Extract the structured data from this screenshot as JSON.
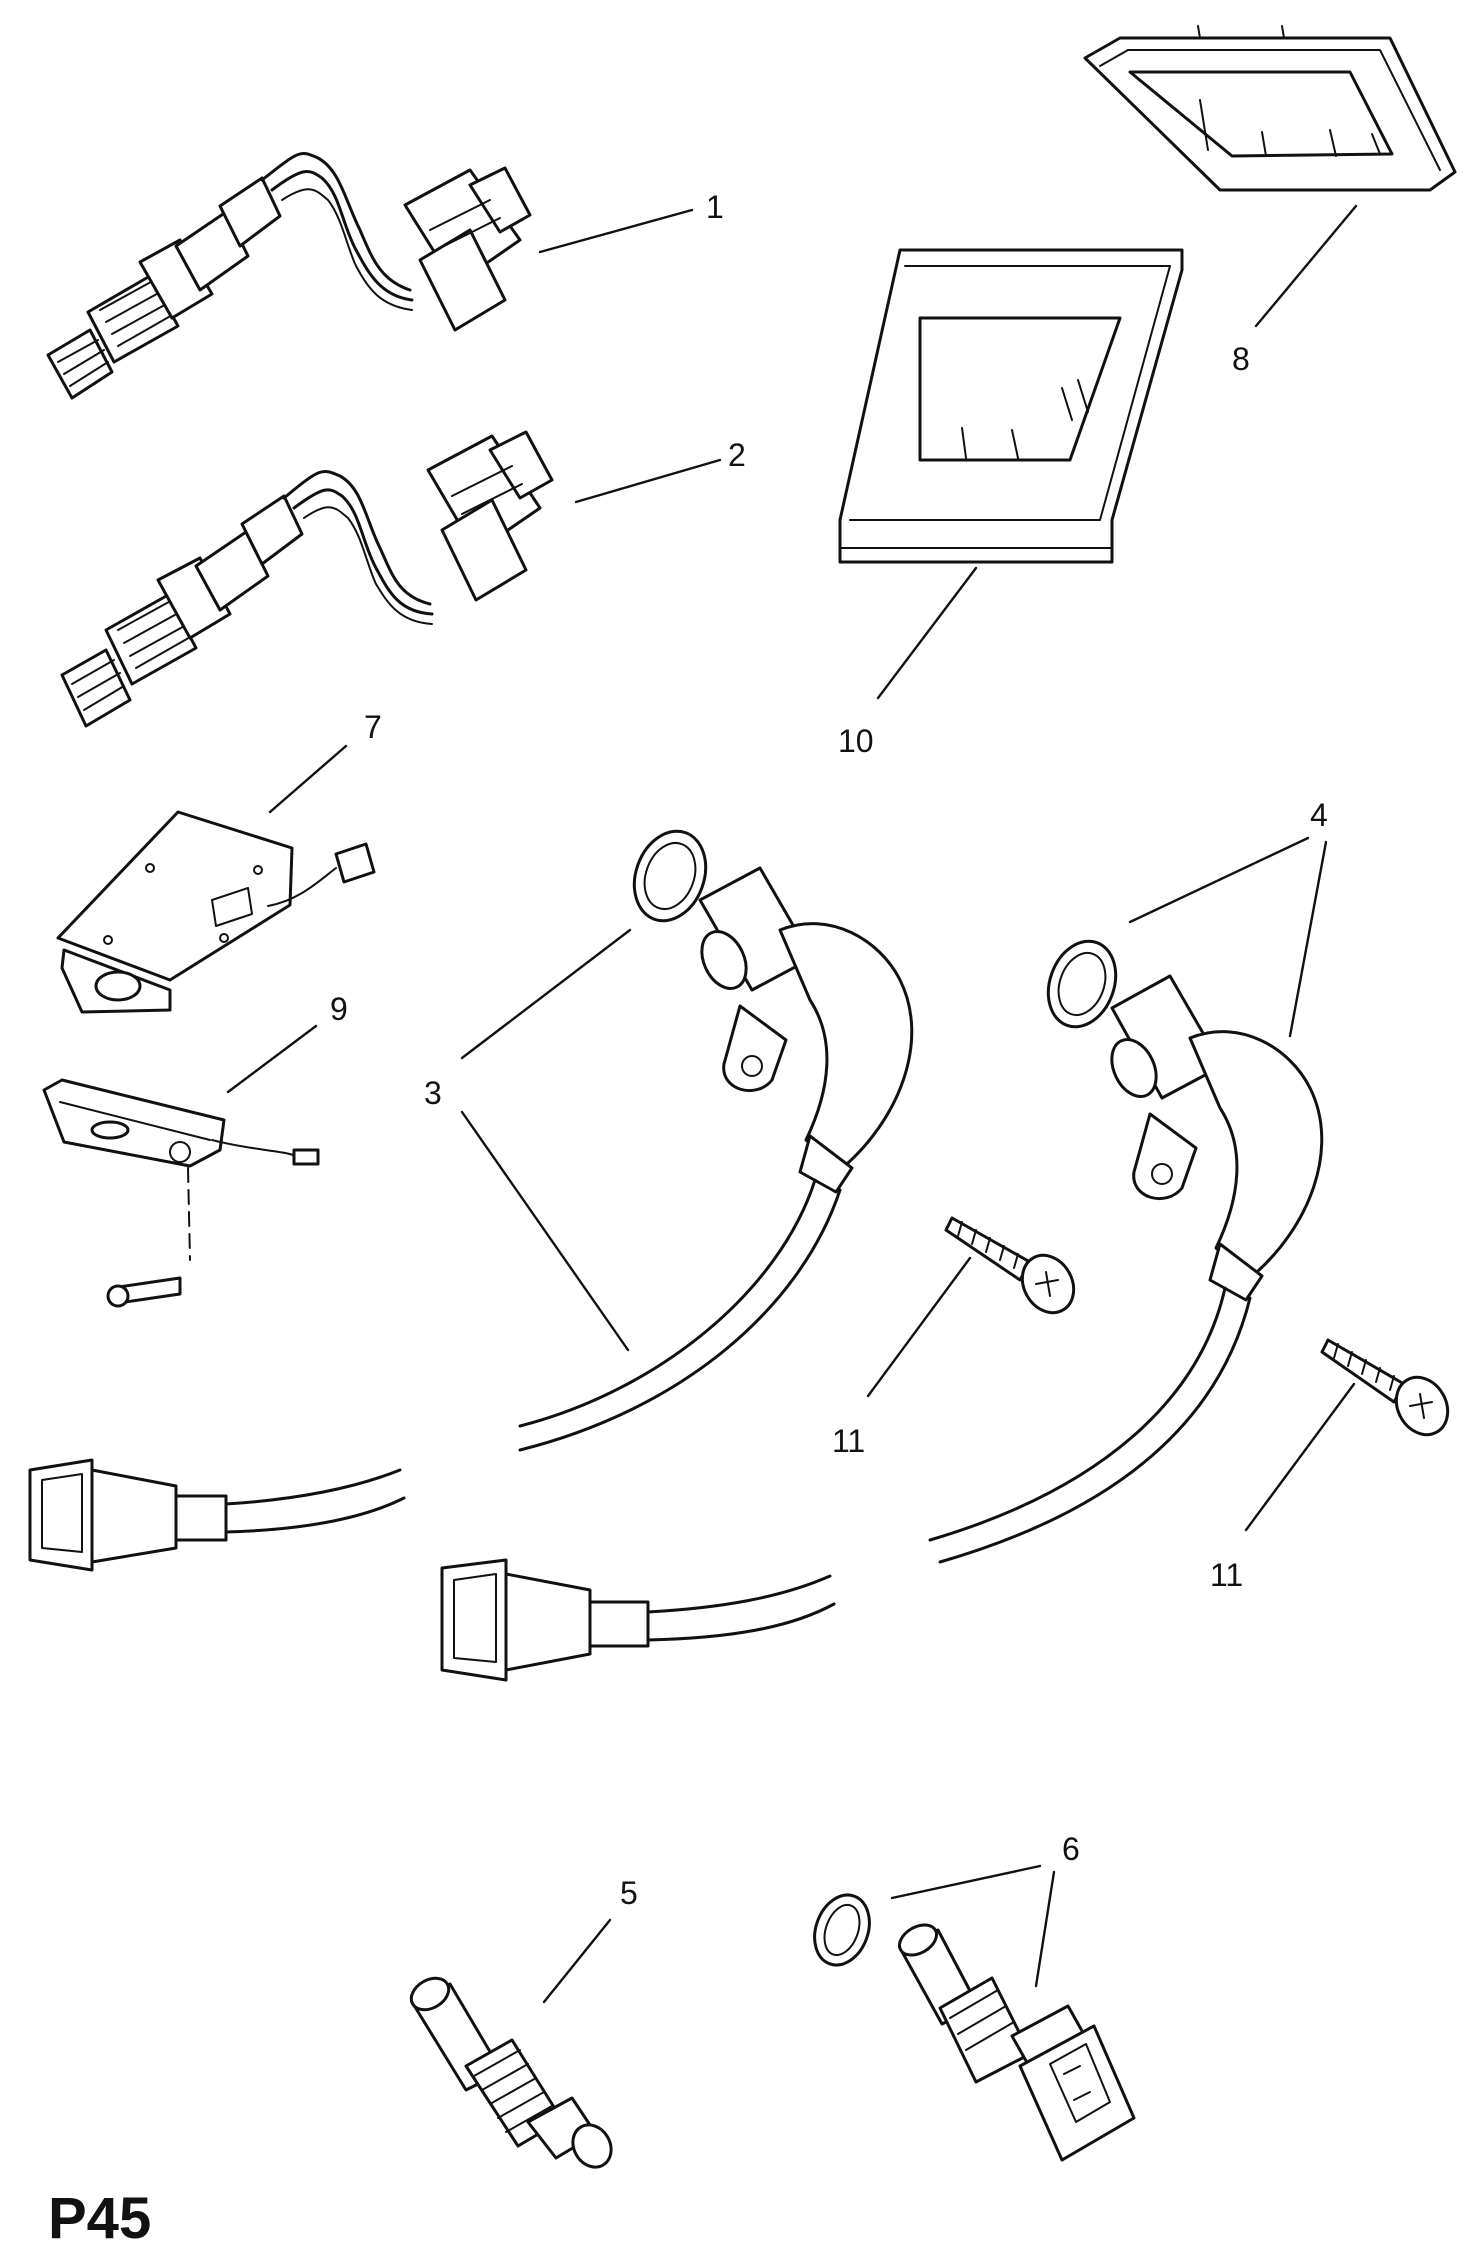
{
  "page_code": "P45",
  "callouts": {
    "c1": "1",
    "c2": "2",
    "c3": "3",
    "c4": "4",
    "c5": "5",
    "c6": "6",
    "c7": "7",
    "c8": "8",
    "c9": "9",
    "c10": "10",
    "c11a": "11",
    "c11b": "11"
  }
}
